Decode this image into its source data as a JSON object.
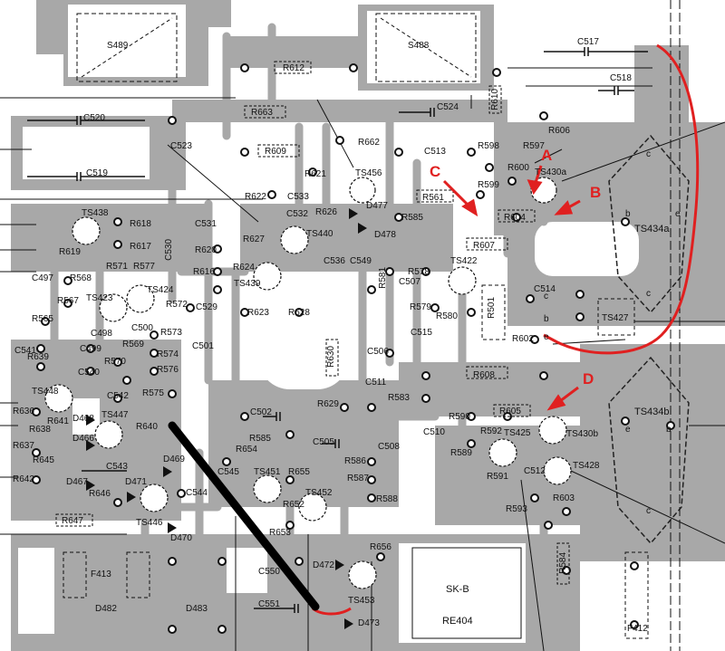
{
  "colors": {
    "copper": "#a8a8a8",
    "marker_red": "#e02020",
    "probe": "#000000",
    "line": "#111111"
  },
  "switches": [
    "S489",
    "S488"
  ],
  "resistors": [
    "R612",
    "R610",
    "R606",
    "R663",
    "R662",
    "R609",
    "R598",
    "R597",
    "R600",
    "R599",
    "R621",
    "R622",
    "R626",
    "R561",
    "R604",
    "R585",
    "R618",
    "R617",
    "R619",
    "R620",
    "R627",
    "R616",
    "R624",
    "R607",
    "R578",
    "R579",
    "R580",
    "R581",
    "R568",
    "R571",
    "R577",
    "R567",
    "R572",
    "R565",
    "R573",
    "R569",
    "R574",
    "R570",
    "R576",
    "R575",
    "R623",
    "R628",
    "R630",
    "R602",
    "R608",
    "R629",
    "R583",
    "R639",
    "R636",
    "R641",
    "R638",
    "R640",
    "R637",
    "R645",
    "R642",
    "R605",
    "R590",
    "R592",
    "R589",
    "R591",
    "R593",
    "R603",
    "R584",
    "R585",
    "R586",
    "R587",
    "R588",
    "R654",
    "R655",
    "R652",
    "R653",
    "R646",
    "R647",
    "R656"
  ],
  "capacitors": [
    "C520",
    "C517",
    "C518",
    "C524",
    "C519",
    "C523",
    "C513",
    "C533",
    "C532",
    "C531",
    "C530",
    "C536",
    "C549",
    "C507",
    "C497",
    "C514",
    "C515",
    "C529",
    "C498",
    "C499",
    "C500",
    "C501",
    "C541",
    "C540",
    "C542",
    "C506",
    "C511",
    "C502",
    "C505",
    "C508",
    "C510",
    "C512",
    "C543",
    "C545",
    "C544",
    "C550",
    "C551"
  ],
  "transistors": [
    "TS438",
    "TS456",
    "TS440",
    "TS439",
    "TS424",
    "TS423",
    "TS422",
    "TS430a",
    "TS434a",
    "TS427",
    "TS446",
    "TS447",
    "TS425",
    "TS430b",
    "TS434b",
    "TS428",
    "TS451",
    "TS452",
    "TS453",
    "TS448"
  ],
  "diodes": [
    "D477",
    "D478",
    "D468",
    "D466",
    "D469",
    "D467",
    "D471",
    "D470",
    "D472",
    "D473",
    "D482",
    "D483"
  ],
  "misc": {
    "r501": "R501",
    "f413": "F413",
    "f412": "F412",
    "sk_b": "SK-B",
    "re404": "RE404"
  },
  "pin_letters": {
    "b": "b",
    "c": "c",
    "e": "e"
  },
  "markers": {
    "a": "A",
    "b": "B",
    "c": "C",
    "d": "D"
  }
}
